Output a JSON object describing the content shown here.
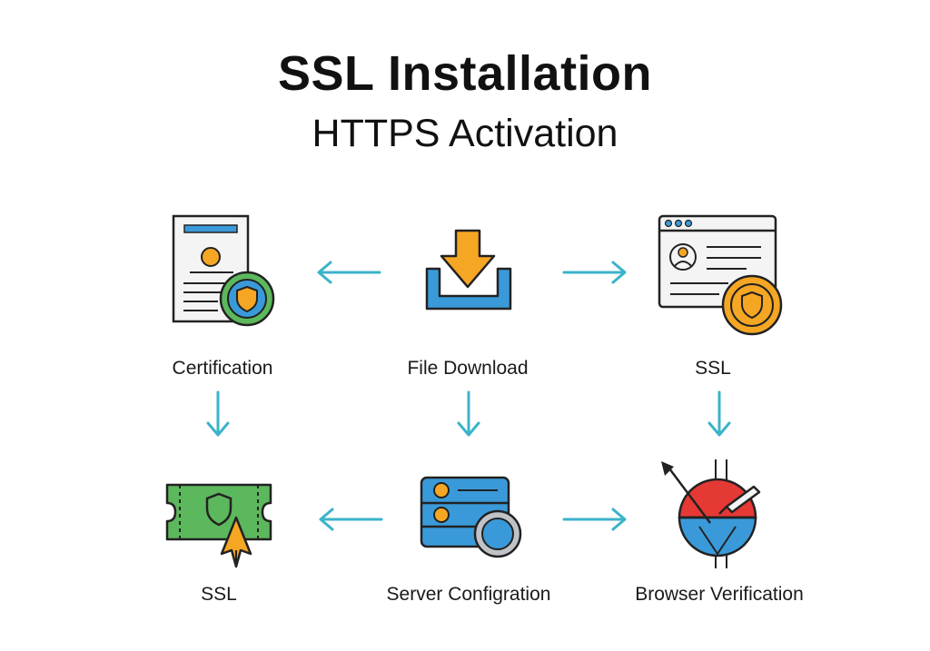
{
  "header": {
    "title": "SSL Installation",
    "subtitle": "HTTPS Activation"
  },
  "steps": [
    {
      "label": "Certification",
      "icon": "certificate-shield-icon"
    },
    {
      "label": "File Download",
      "icon": "download-tray-icon"
    },
    {
      "label": "SSL",
      "icon": "browser-window-badge-icon"
    },
    {
      "label": "SSL",
      "icon": "ssl-ticket-cursor-icon"
    },
    {
      "label": "Server Configration",
      "icon": "server-settings-icon"
    },
    {
      "label": "Browser Verification",
      "icon": "globe-verification-icon"
    }
  ],
  "colors": {
    "arrow": "#3bb3c9",
    "blue": "#3a9ad9",
    "orange": "#f5a623",
    "green": "#5cb85c",
    "red": "#e53935",
    "outline": "#222222"
  }
}
